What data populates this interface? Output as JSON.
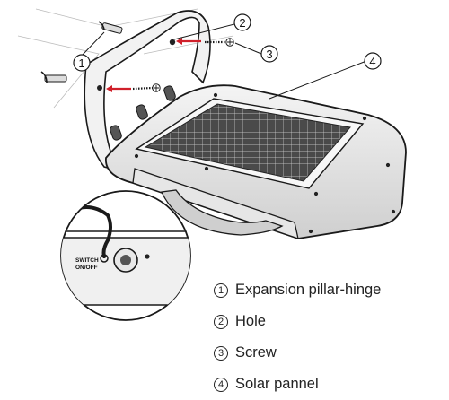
{
  "callouts": [
    {
      "id": "1",
      "label": "Expansion pillar-hinge"
    },
    {
      "id": "2",
      "label": "Hole"
    },
    {
      "id": "3",
      "label": "Screw"
    },
    {
      "id": "4",
      "label": "Solar pannel"
    }
  ],
  "switch": {
    "line1": "SWITCH",
    "line2": "ON/OFF"
  },
  "colors": {
    "arrow": "#d0202a",
    "stroke": "#1a1a1a"
  }
}
